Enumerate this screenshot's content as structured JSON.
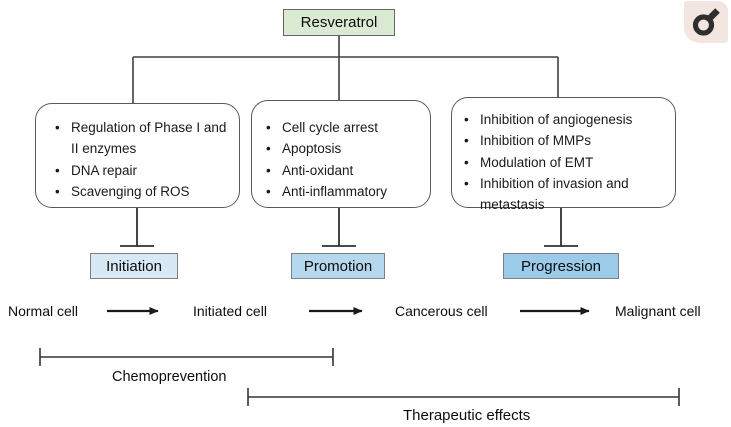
{
  "logo": {
    "icon": "male-symbol-icon",
    "background": "#f3e6e0",
    "glyph_color": "#2e2e2e"
  },
  "diagram": {
    "title_node": {
      "label": "Resveratrol",
      "fill": "#dbead3",
      "border": "#666666"
    },
    "mechanism_boxes": [
      {
        "items": [
          "Regulation of Phase I and II enzymes",
          "DNA repair",
          "Scavenging of ROS"
        ]
      },
      {
        "items": [
          "Cell cycle arrest",
          "Apoptosis",
          "Anti-oxidant",
          "Anti-inflammatory"
        ]
      },
      {
        "items": [
          "Inhibition of angiogenesis",
          "Inhibition of MMPs",
          "Modulation of EMT",
          "Inhibition of invasion and metastasis"
        ]
      }
    ],
    "stages": [
      {
        "label": "Initiation",
        "fill": "#d9e8f5"
      },
      {
        "label": "Promotion",
        "fill": "#b5d8ef"
      },
      {
        "label": "Progression",
        "fill": "#9ccae9"
      }
    ],
    "cells": [
      {
        "label": "Normal cell"
      },
      {
        "label": "Initiated cell"
      },
      {
        "label": "Cancerous cell"
      },
      {
        "label": "Malignant cell"
      }
    ],
    "ranges": [
      {
        "label": "Chemoprevention"
      },
      {
        "label": "Therapeutic effects"
      }
    ],
    "line_color": "#404040"
  }
}
